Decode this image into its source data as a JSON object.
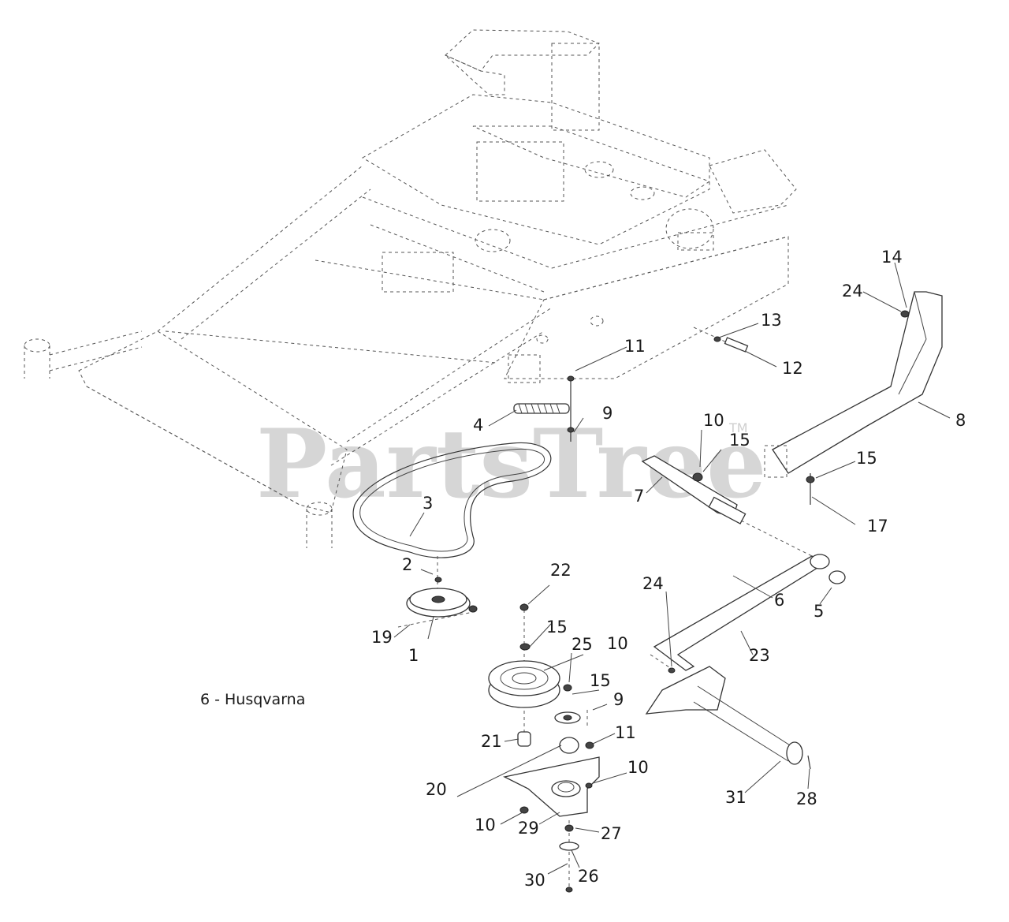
{
  "caption": "6 - Husqvarna",
  "watermark": {
    "text": "PartsTree",
    "tm": "TM"
  },
  "callouts": [
    {
      "id": "c1",
      "text": "1"
    },
    {
      "id": "c2",
      "text": "2"
    },
    {
      "id": "c3",
      "text": "3"
    },
    {
      "id": "c4",
      "text": "4"
    },
    {
      "id": "c5",
      "text": "5"
    },
    {
      "id": "c6",
      "text": "6"
    },
    {
      "id": "c7",
      "text": "7"
    },
    {
      "id": "c8",
      "text": "8"
    },
    {
      "id": "c9a",
      "text": "9"
    },
    {
      "id": "c9b",
      "text": "9"
    },
    {
      "id": "c10a",
      "text": "10"
    },
    {
      "id": "c10b",
      "text": "10"
    },
    {
      "id": "c10c",
      "text": "10"
    },
    {
      "id": "c10d",
      "text": "10"
    },
    {
      "id": "c11a",
      "text": "11"
    },
    {
      "id": "c11b",
      "text": "11"
    },
    {
      "id": "c12",
      "text": "12"
    },
    {
      "id": "c13",
      "text": "13"
    },
    {
      "id": "c14",
      "text": "14"
    },
    {
      "id": "c15a",
      "text": "15"
    },
    {
      "id": "c15b",
      "text": "15"
    },
    {
      "id": "c15c",
      "text": "15"
    },
    {
      "id": "c15d",
      "text": "15"
    },
    {
      "id": "c17",
      "text": "17"
    },
    {
      "id": "c19",
      "text": "19"
    },
    {
      "id": "c20",
      "text": "20"
    },
    {
      "id": "c21",
      "text": "21"
    },
    {
      "id": "c22",
      "text": "22"
    },
    {
      "id": "c23",
      "text": "23"
    },
    {
      "id": "c24a",
      "text": "24"
    },
    {
      "id": "c24b",
      "text": "24"
    },
    {
      "id": "c25",
      "text": "25"
    },
    {
      "id": "c26",
      "text": "26"
    },
    {
      "id": "c27",
      "text": "27"
    },
    {
      "id": "c28",
      "text": "28"
    },
    {
      "id": "c29",
      "text": "29"
    },
    {
      "id": "c30",
      "text": "30"
    },
    {
      "id": "c31",
      "text": "31"
    }
  ]
}
